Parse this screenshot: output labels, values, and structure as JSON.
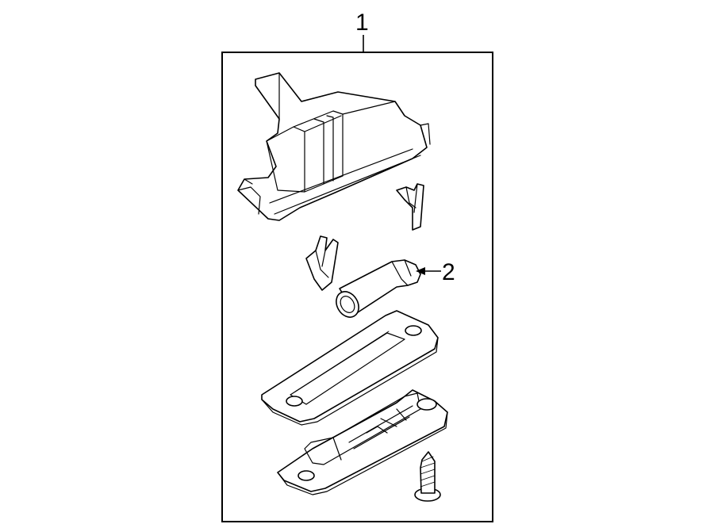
{
  "callouts": [
    {
      "label": "1",
      "target": "assembly"
    },
    {
      "label": "2",
      "target": "bulb"
    }
  ]
}
